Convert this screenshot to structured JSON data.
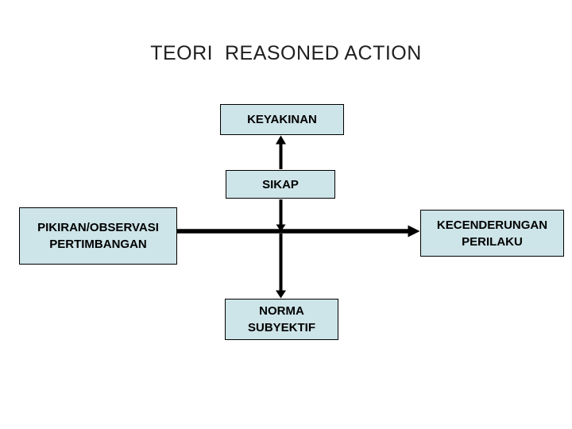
{
  "title": "TEORI  REASONED ACTION",
  "colors": {
    "background": "#ffffff",
    "title_color": "#1f1f1f",
    "node_fill": "#cde4e8",
    "node_border": "#000000",
    "arrow": "#000000"
  },
  "nodes": {
    "keyakinan": {
      "label": "KEYAKINAN"
    },
    "sikap": {
      "label": "SIKAP"
    },
    "pikiran_observasi": {
      "line1": "PIKIRAN/OBSERVASI",
      "line2": "PERTIMBANGAN"
    },
    "kecenderungan_perilaku": {
      "line1": "KECENDERUNGAN",
      "line2": "PERILAKU"
    },
    "norma_subyektif": {
      "line1": "NORMA",
      "line2": "SUBYEKTIF"
    }
  },
  "edges": [
    {
      "from": "sikap",
      "to": "keyakinan",
      "direction": "up"
    },
    {
      "from": "sikap",
      "to": "center-junction",
      "direction": "down"
    },
    {
      "from": "pikiran_observasi",
      "to": "kecenderungan_perilaku",
      "direction": "right"
    },
    {
      "from": "center-junction",
      "to": "norma_subyektif",
      "direction": "down"
    }
  ]
}
